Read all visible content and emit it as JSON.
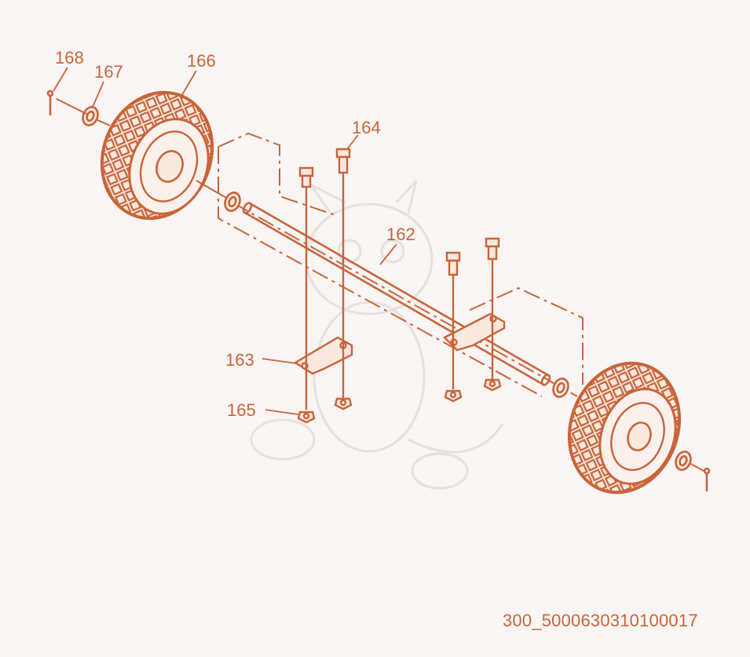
{
  "diagram": {
    "parts": [
      {
        "number": "162",
        "part": "axle rod"
      },
      {
        "number": "163",
        "part": "axle mounting bracket"
      },
      {
        "number": "164",
        "part": "bolt"
      },
      {
        "number": "165",
        "part": "lock nut"
      },
      {
        "number": "166",
        "part": "wheel"
      },
      {
        "number": "167",
        "part": "washer"
      },
      {
        "number": "168",
        "part": "cotter pin"
      }
    ],
    "callouts": {
      "c162": "162",
      "c163": "163",
      "c164": "164",
      "c165": "165",
      "c166": "166",
      "c167": "167",
      "c168": "168"
    },
    "drawing_code": "300_5000630310100017",
    "colors": {
      "line": "#c8643a",
      "background": "#f8f5f4",
      "watermark": "#e6dfdc"
    },
    "watermark_icon": "dragon-mascot-watermark"
  }
}
